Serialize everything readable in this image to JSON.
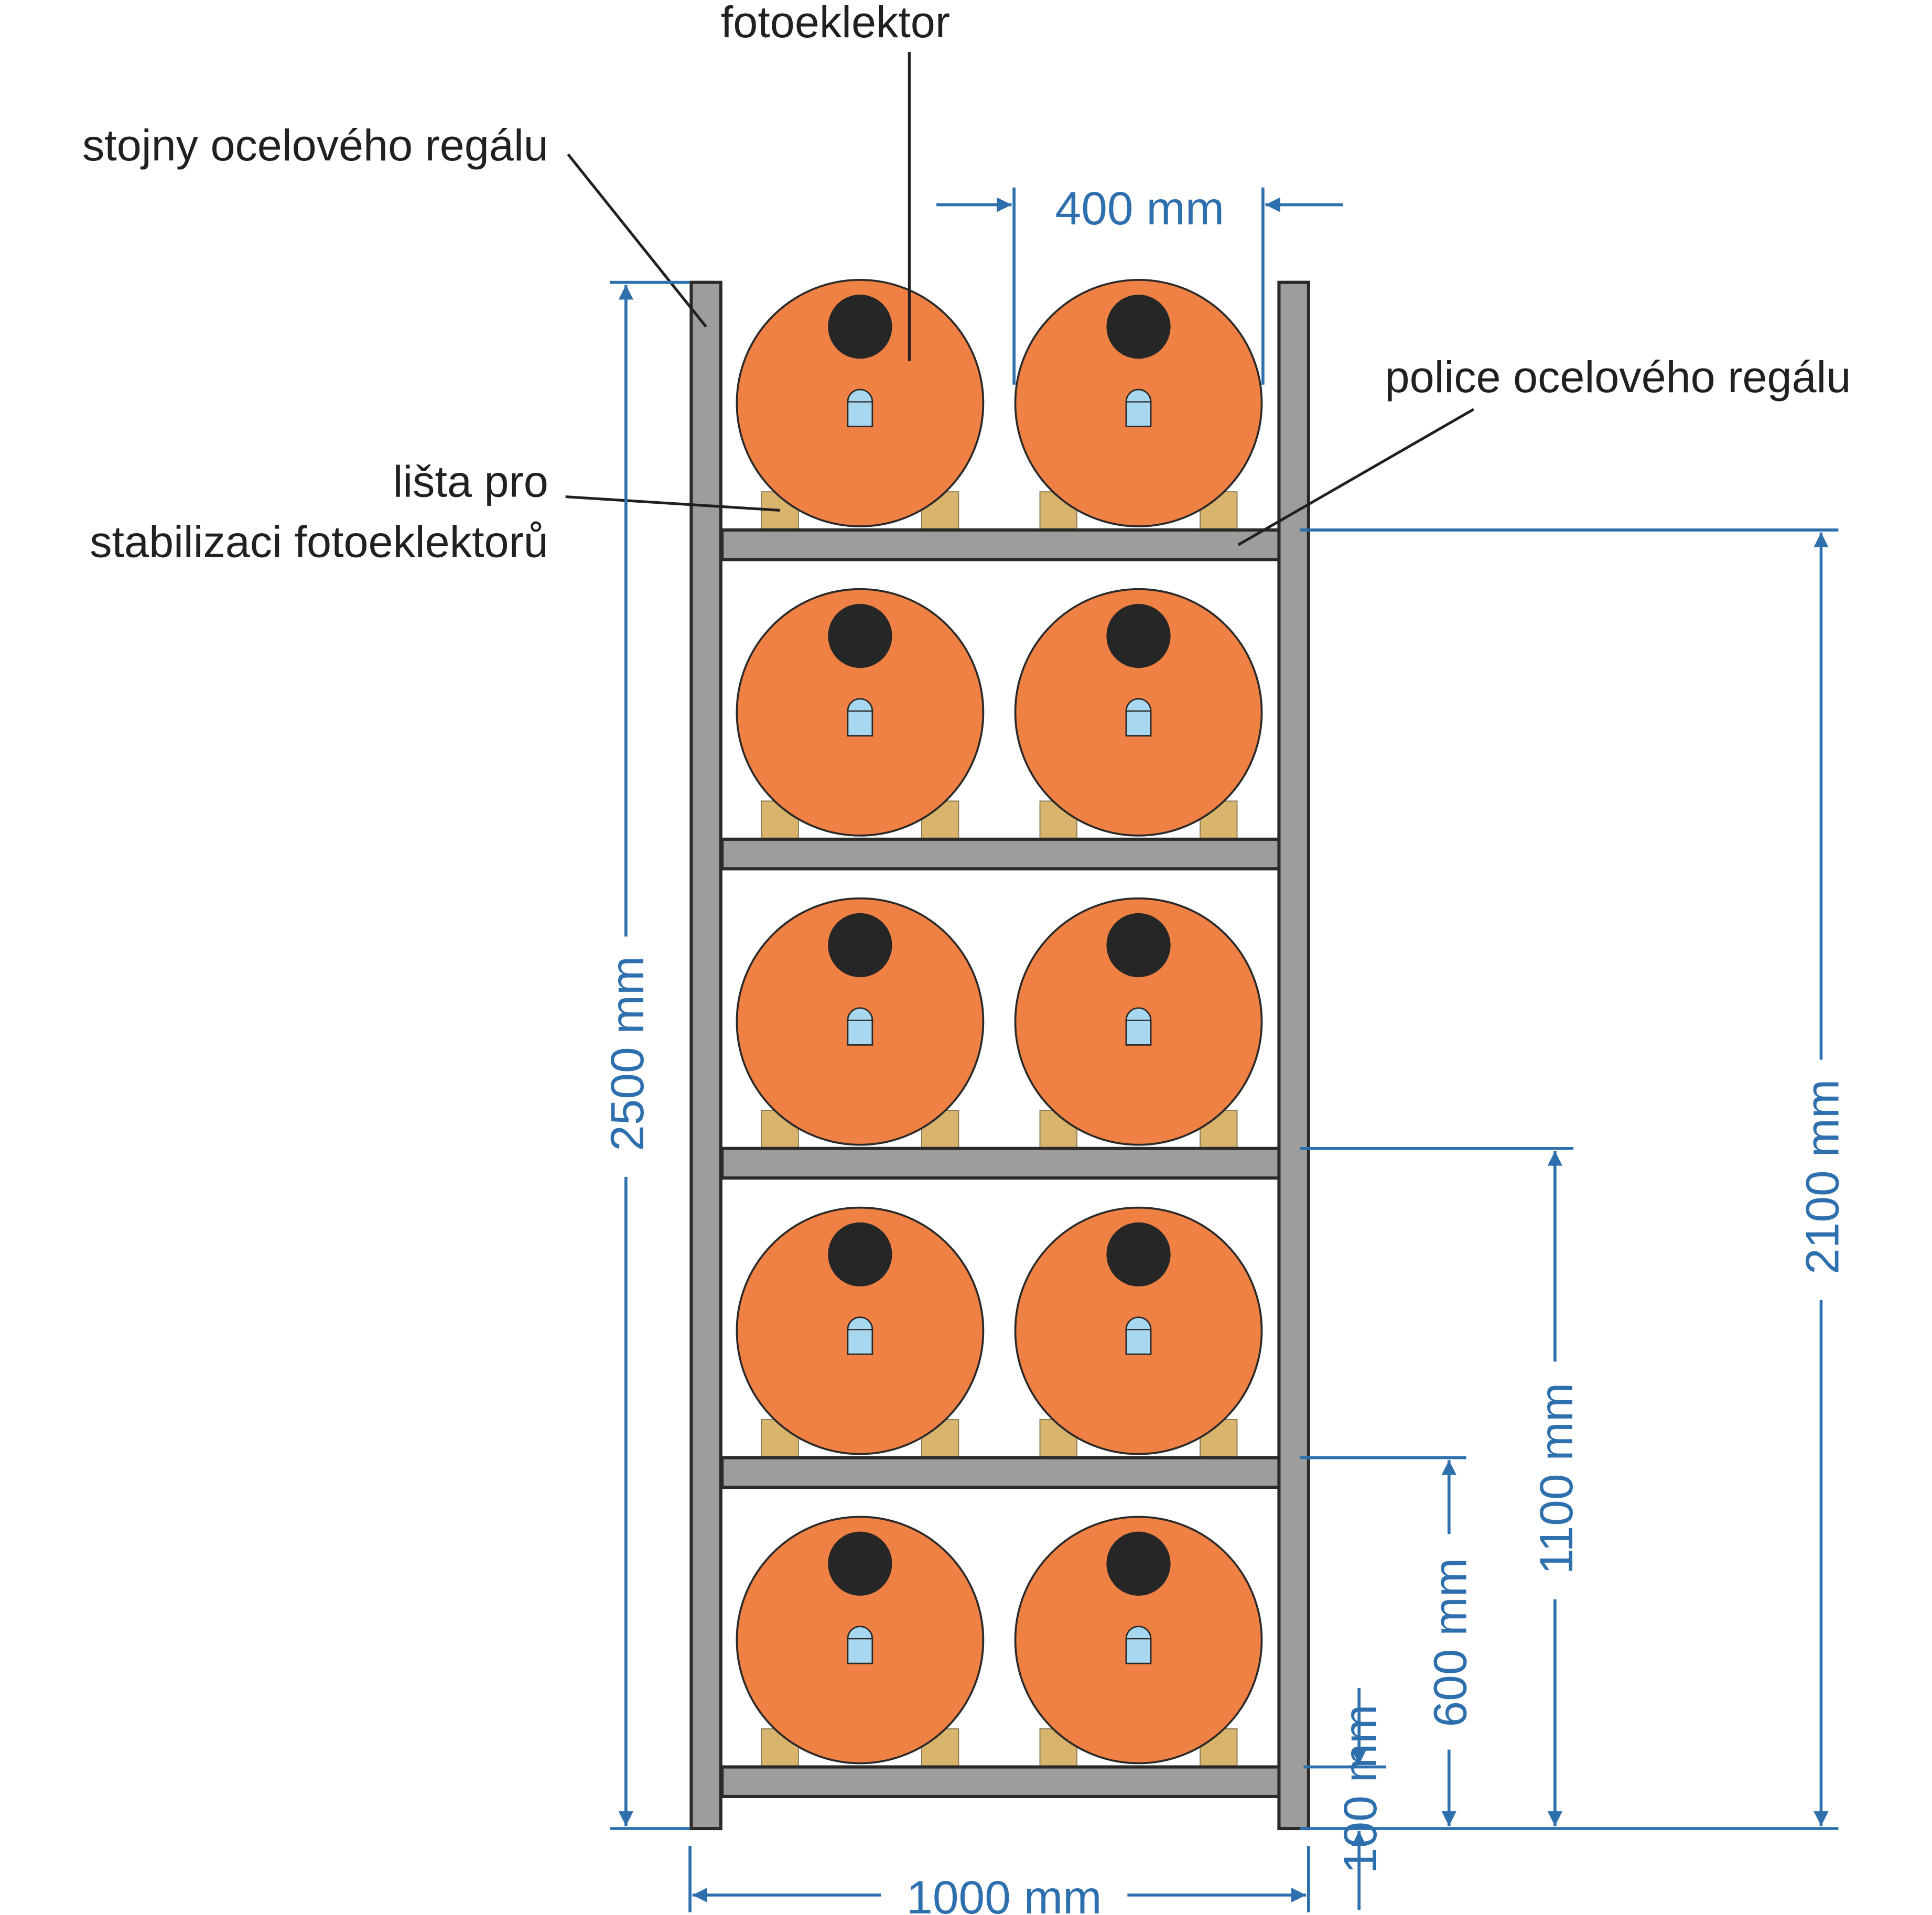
{
  "labels": {
    "photoeclector": "fotoeklektor",
    "uprights": "stojny ocelového regálu",
    "shelf": "police ocelového regálu",
    "stabilizer_line1": "lišta pro",
    "stabilizer_line2": "stabilizaci fotoeklektorů"
  },
  "dimensions": {
    "total_height": "2500 mm",
    "top_shelf_height": "2100 mm",
    "middle_shelf_height": "1100 mm",
    "second_shelf_height": "600 mm",
    "bottom_shelf_height": "100 mm",
    "photoeclector_width": "400 mm",
    "rack_width": "1000 mm"
  },
  "colors": {
    "dimension": "#2E6FAE",
    "photoeclector": "#EF8144",
    "steel": "#9D9D9C",
    "support": "#D8B46C",
    "window": "#A7D8F0",
    "dot": "#262626"
  },
  "shelf_count": 5,
  "photoeclectors_per_shelf": 2
}
